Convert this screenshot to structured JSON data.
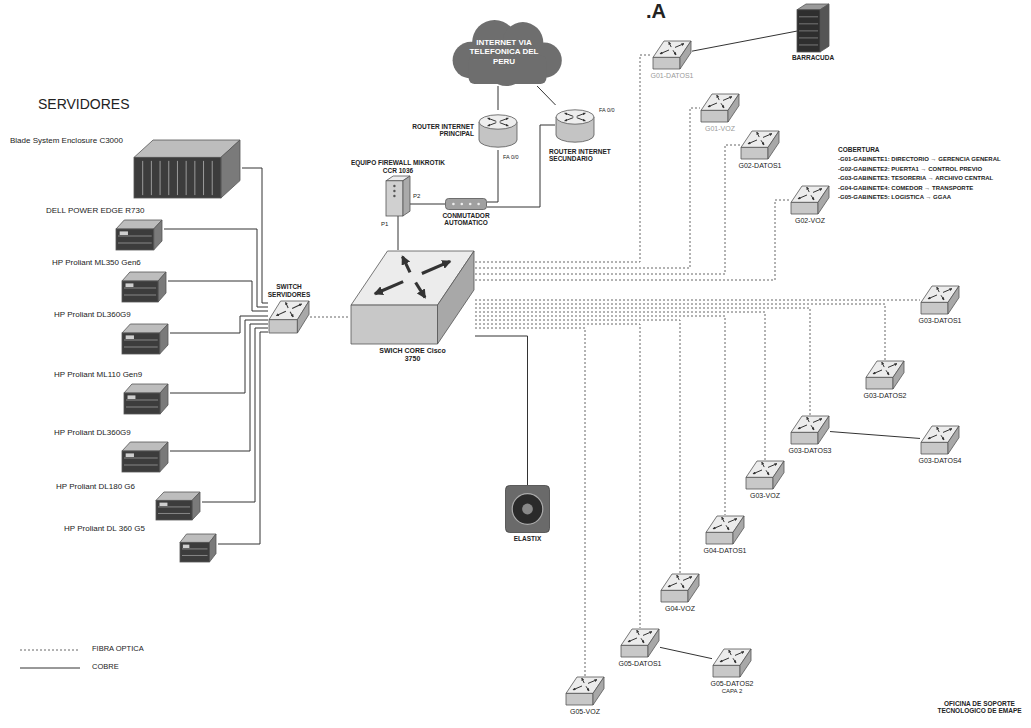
{
  "diagram": {
    "title": "SERVIDORES",
    "nodes": [
      {
        "text": [
          "INTERNET VIA TELEFONICA DEL PERU"
        ]
      },
      {
        "text": [
          "G01-DATOS1"
        ]
      },
      {
        "text": [
          "BARRACUDA"
        ]
      },
      {
        "text": [
          "G01-VOZ"
        ]
      },
      {
        "text": [
          "ROUTER INTERNET PRINCIPAL"
        ]
      },
      {
        "text": [
          "ROUTER INTERNET SECUNDARIO"
        ]
      },
      {
        "text": [
          "EQUIPO FIREWALL MIKROTIK CCR 1036"
        ]
      },
      {
        "text": [
          "CONMUTADOR AUTOMATICO"
        ]
      },
      {
        "text": [
          "G02-DATOS1"
        ]
      },
      {
        "text": [
          "G02-VOZ"
        ]
      },
      {
        "text": [
          "Blade System Enclosure C3000"
        ]
      },
      {
        "text": [
          "DELL POWER EDGE R730"
        ]
      },
      {
        "text": [
          "SWITCH SERVIDORES"
        ]
      },
      {
        "text": [
          "SWICH CORE Cisco 3750"
        ]
      },
      {
        "text": [
          "HP Proliant ML350 Gen6"
        ]
      },
      {
        "text": [
          "HP Proliant DL360G9"
        ]
      },
      {
        "text": [
          "G03-DATOS1"
        ]
      },
      {
        "text": [
          "HP Proliant ML110 Gen9"
        ]
      },
      {
        "text": [
          "G03-DATOS2"
        ]
      },
      {
        "text": [
          "G03-DATOS3"
        ]
      },
      {
        "text": [
          "G03-DATOS4"
        ]
      },
      {
        "text": [
          "HP Proliant DL360G9"
        ]
      },
      {
        "text": [
          "G03-VOZ"
        ]
      },
      {
        "text": [
          "ELASTIX"
        ]
      },
      {
        "text": [
          "HP  Proliant DL180 G6"
        ]
      },
      {
        "text": [
          "G04-DATOS1"
        ]
      },
      {
        "text": [
          "HP Proliant DL 360 G5"
        ]
      },
      {
        "text": [
          "G04-VOZ"
        ]
      },
      {
        "text": [
          "G05-DATOS1"
        ]
      },
      {
        "text": [
          "G05-DATOS2",
          "CAPA 2"
        ]
      },
      {
        "text": [
          "G05-VOZ"
        ]
      }
    ],
    "edges": [
      {
        "from": 10,
        "to": 12,
        "arrow": "none"
      },
      {
        "from": 11,
        "to": 12,
        "arrow": "none"
      },
      {
        "from": 14,
        "to": 12,
        "arrow": "none"
      },
      {
        "from": 15,
        "to": 12,
        "arrow": "none"
      },
      {
        "from": 17,
        "to": 12,
        "arrow": "none"
      },
      {
        "from": 21,
        "to": 12,
        "arrow": "none"
      },
      {
        "from": 24,
        "to": 12,
        "arrow": "none"
      },
      {
        "from": 26,
        "to": 12,
        "arrow": "none"
      },
      {
        "from": 12,
        "to": 13,
        "arrow": "none"
      },
      {
        "from": 6,
        "to": 13,
        "arrow": "none"
      },
      {
        "from": 6,
        "to": 7,
        "arrow": "none"
      },
      {
        "from": 7,
        "to": 4,
        "arrow": "none"
      },
      {
        "from": 7,
        "to": 5,
        "arrow": "none"
      },
      {
        "from": 0,
        "to": 4,
        "arrow": "none"
      },
      {
        "from": 0,
        "to": 5,
        "arrow": "none"
      },
      {
        "from": 13,
        "to": 1,
        "arrow": "none"
      },
      {
        "from": 13,
        "to": 3,
        "arrow": "none"
      },
      {
        "from": 13,
        "to": 8,
        "arrow": "none"
      },
      {
        "from": 13,
        "to": 9,
        "arrow": "none"
      },
      {
        "from": 13,
        "to": 16,
        "arrow": "none"
      },
      {
        "from": 13,
        "to": 18,
        "arrow": "none"
      },
      {
        "from": 13,
        "to": 19,
        "arrow": "none"
      },
      {
        "from": 13,
        "to": 22,
        "arrow": "none"
      },
      {
        "from": 13,
        "to": 25,
        "arrow": "none"
      },
      {
        "from": 13,
        "to": 27,
        "arrow": "none"
      },
      {
        "from": 13,
        "to": 28,
        "arrow": "none"
      },
      {
        "from": 13,
        "to": 30,
        "arrow": "none"
      },
      {
        "from": 13,
        "to": 23,
        "arrow": "none"
      },
      {
        "from": 1,
        "to": 2,
        "arrow": "none"
      },
      {
        "from": 19,
        "to": 20,
        "arrow": "none"
      },
      {
        "from": 28,
        "to": 29,
        "arrow": "none"
      }
    ],
    "labels": [
      ".A",
      "COBERTURA",
      "-G01-GABINETE1: DIRECTORIO → GERENCIA GENERAL",
      "-G02-GABINETE2: PUERTA1 → CONTROL PREVIO",
      "-G03-GABINETE3: TESORERIA → ARCHIVO CENTRAL",
      "-G04-GABINETE4: COMEDOR → TRANSPORTE",
      "-G05-GABINETE5: LOGISTICA → GGAA",
      "P1",
      "P2",
      "FA 0/0",
      "FA 0/0",
      "OFICINA DE SOPORTE TECNOLOGICO DE EMAPE"
    ],
    "legend": [
      {
        "text": "FIBRA OPTICA"
      },
      {
        "text": "COBRE"
      }
    ]
  }
}
